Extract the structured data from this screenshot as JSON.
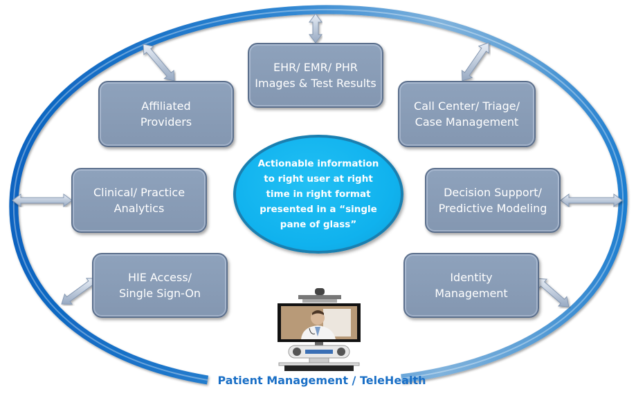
{
  "diagram": {
    "center": {
      "text": "Actionable information\nto right user at right\ntime in right format\npresented in a “single\npane of glass”"
    },
    "nodes": [
      {
        "id": "ehr",
        "label": "EHR/ EMR/ PHR\nImages & Test Results"
      },
      {
        "id": "affiliated",
        "label": "Affiliated\nProviders"
      },
      {
        "id": "call-center",
        "label": "Call Center/ Triage/\nCase Management"
      },
      {
        "id": "clinical",
        "label": "Clinical/ Practice\nAnalytics"
      },
      {
        "id": "decision",
        "label": "Decision Support/\nPredictive Modeling"
      },
      {
        "id": "hie",
        "label": "HIE Access/\nSingle Sign-On"
      },
      {
        "id": "identity",
        "label": "Identity\nManagement"
      }
    ],
    "footer_title": "Patient Management / TeleHealth",
    "image_caption": "telehealth cart with video screen showing doctor",
    "colors": {
      "ring_dark": "#0a66c2",
      "ring_light": "#7fb2dc",
      "box_fill": "#8a9db7",
      "box_border": "#5b6f8c",
      "center_fill": "#12b4ef",
      "title": "#1a6fc6"
    }
  }
}
